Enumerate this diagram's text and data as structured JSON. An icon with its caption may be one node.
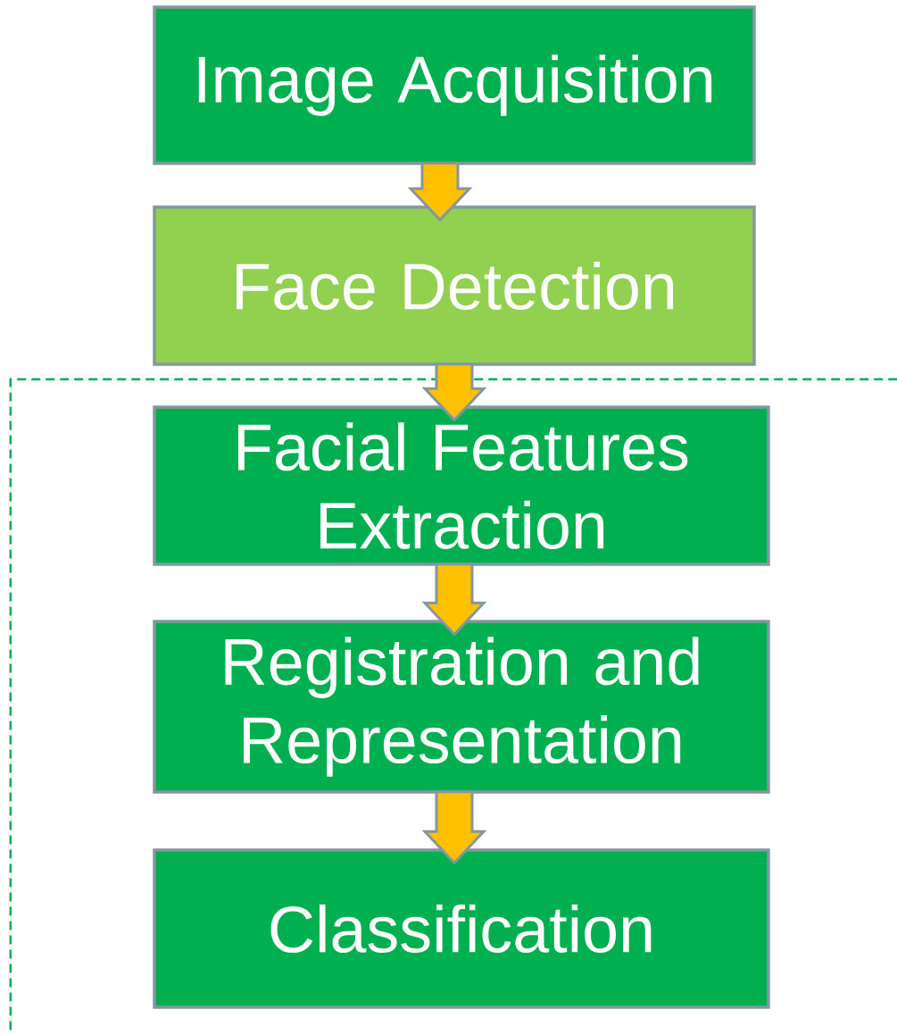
{
  "diagram": {
    "nodes": [
      {
        "text": [
          "Image Acquisition"
        ]
      },
      {
        "text": [
          "Face Detection"
        ]
      },
      {
        "text": [],
        "shape": "box"
      },
      {
        "text": [
          "Facial Features Extraction"
        ],
        "in": 2
      },
      {
        "text": [
          "Registration and Representation"
        ],
        "in": 2
      },
      {
        "text": [
          "Classification"
        ],
        "in": 2
      }
    ],
    "edges": [
      {
        "from": 0,
        "to": 1,
        "arrow": "to"
      },
      {
        "from": 1,
        "to": 3,
        "arrow": "to"
      },
      {
        "from": 3,
        "to": 4,
        "arrow": "to"
      },
      {
        "from": 4,
        "to": 5,
        "arrow": "to"
      }
    ]
  }
}
